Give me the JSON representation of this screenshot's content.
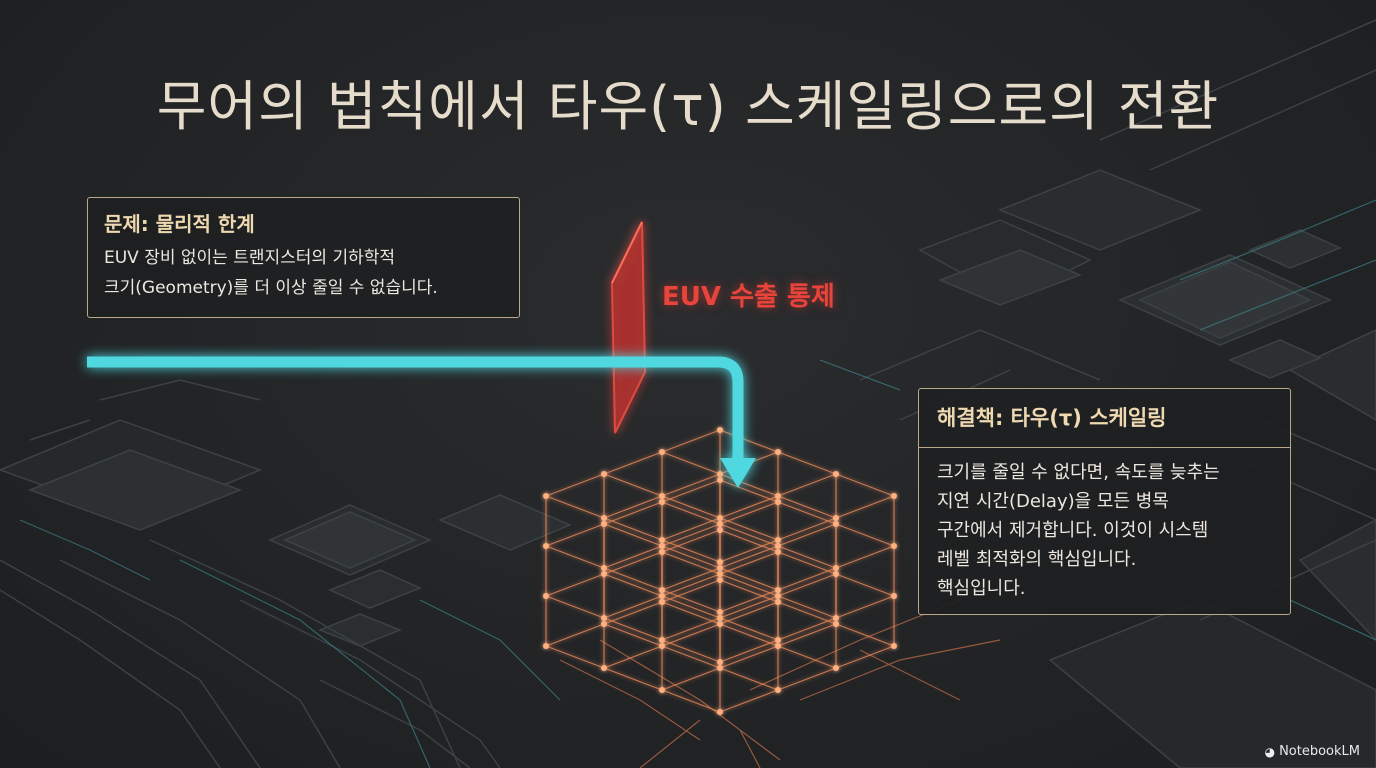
{
  "title": "무어의 법칙에서 타우(τ) 스케일링으로의 전환",
  "problem": {
    "heading": "문제: 물리적 한계",
    "line1": "EUV 장비 없이는 트랜지스터의 기하학적",
    "line2": "크기(Geometry)를 더 이상 줄일 수 없습니다."
  },
  "barrier_label": "EUV 수출 통제",
  "solution": {
    "heading": "해결책: 타우(τ) 스케일링",
    "line1": "크기를 줄일 수 없다면, 속도를 늦추는",
    "line2": "지연 시간(Delay)을 모든 병목",
    "line3": "구간에서 제거합니다. 이것이 시스템",
    "line4": "레벨 최적화의 핵심입니다.",
    "line5": "핵심입니다."
  },
  "brand": "NotebookLM",
  "colors": {
    "arrow": "#4fd8e0",
    "barrier": "#d8433b",
    "lattice": "#e8895a",
    "box_border": "#b9a98a"
  },
  "icons": {
    "brand": "notebooklm-logo-icon"
  }
}
